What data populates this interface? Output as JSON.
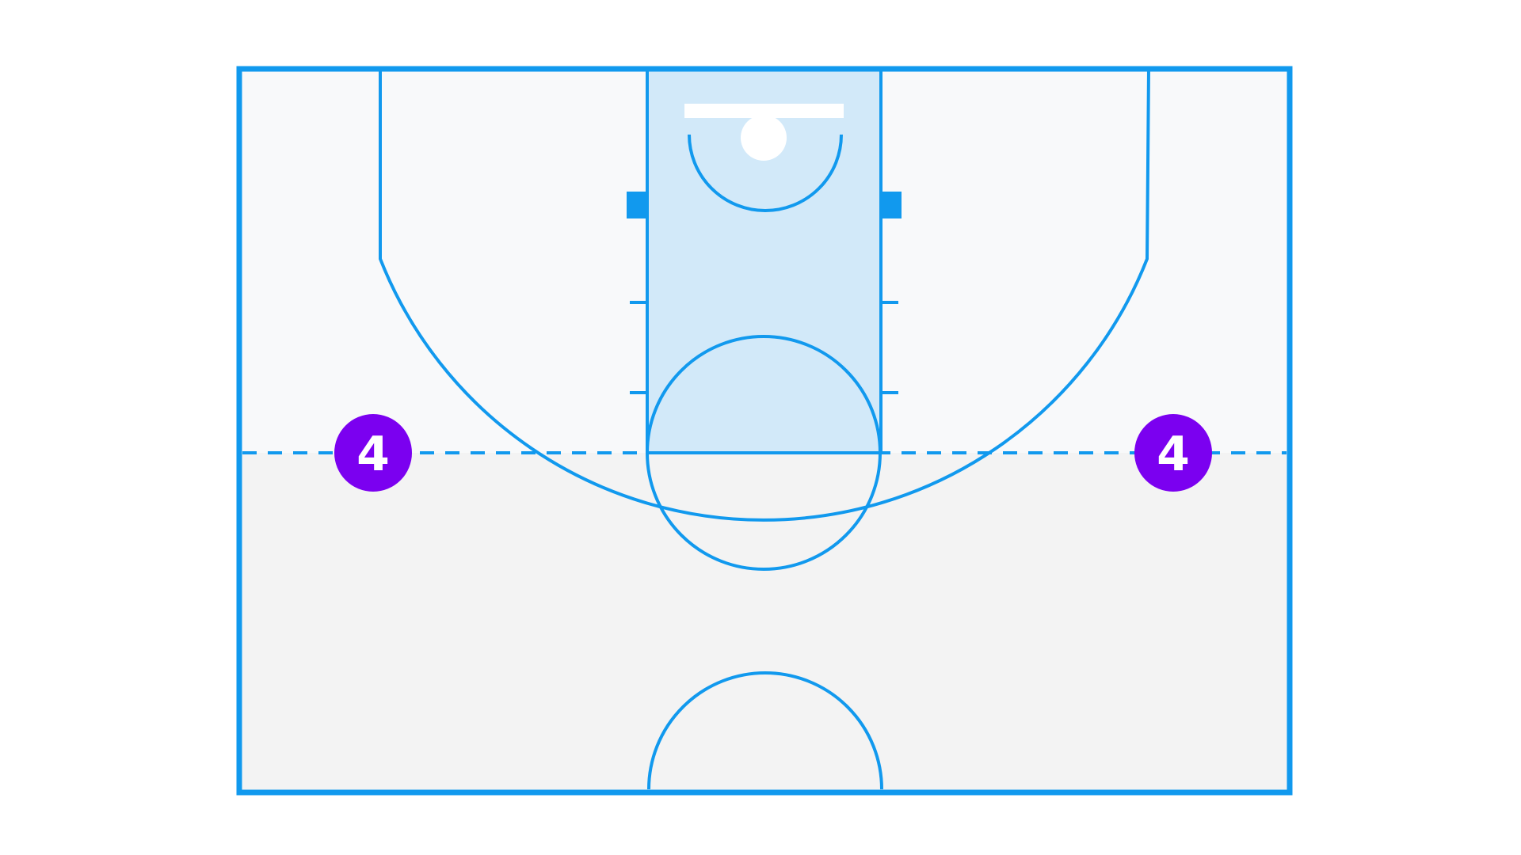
{
  "colors": {
    "line": "#1199ee",
    "paint": "#d2e9f9",
    "upper_floor": "#f8f9fa",
    "lower_floor": "#f3f3f3",
    "backboard": "#ffffff",
    "rim": "#ffffff",
    "player_fill": "#7b00f0",
    "player_text": "#ffffff"
  },
  "court": {
    "type": "half-court",
    "dashed_reference_line": true
  },
  "players": [
    {
      "label": "4",
      "icon": "player-marker",
      "side": "left-wing"
    },
    {
      "label": "4",
      "icon": "player-marker",
      "side": "right-wing"
    }
  ]
}
